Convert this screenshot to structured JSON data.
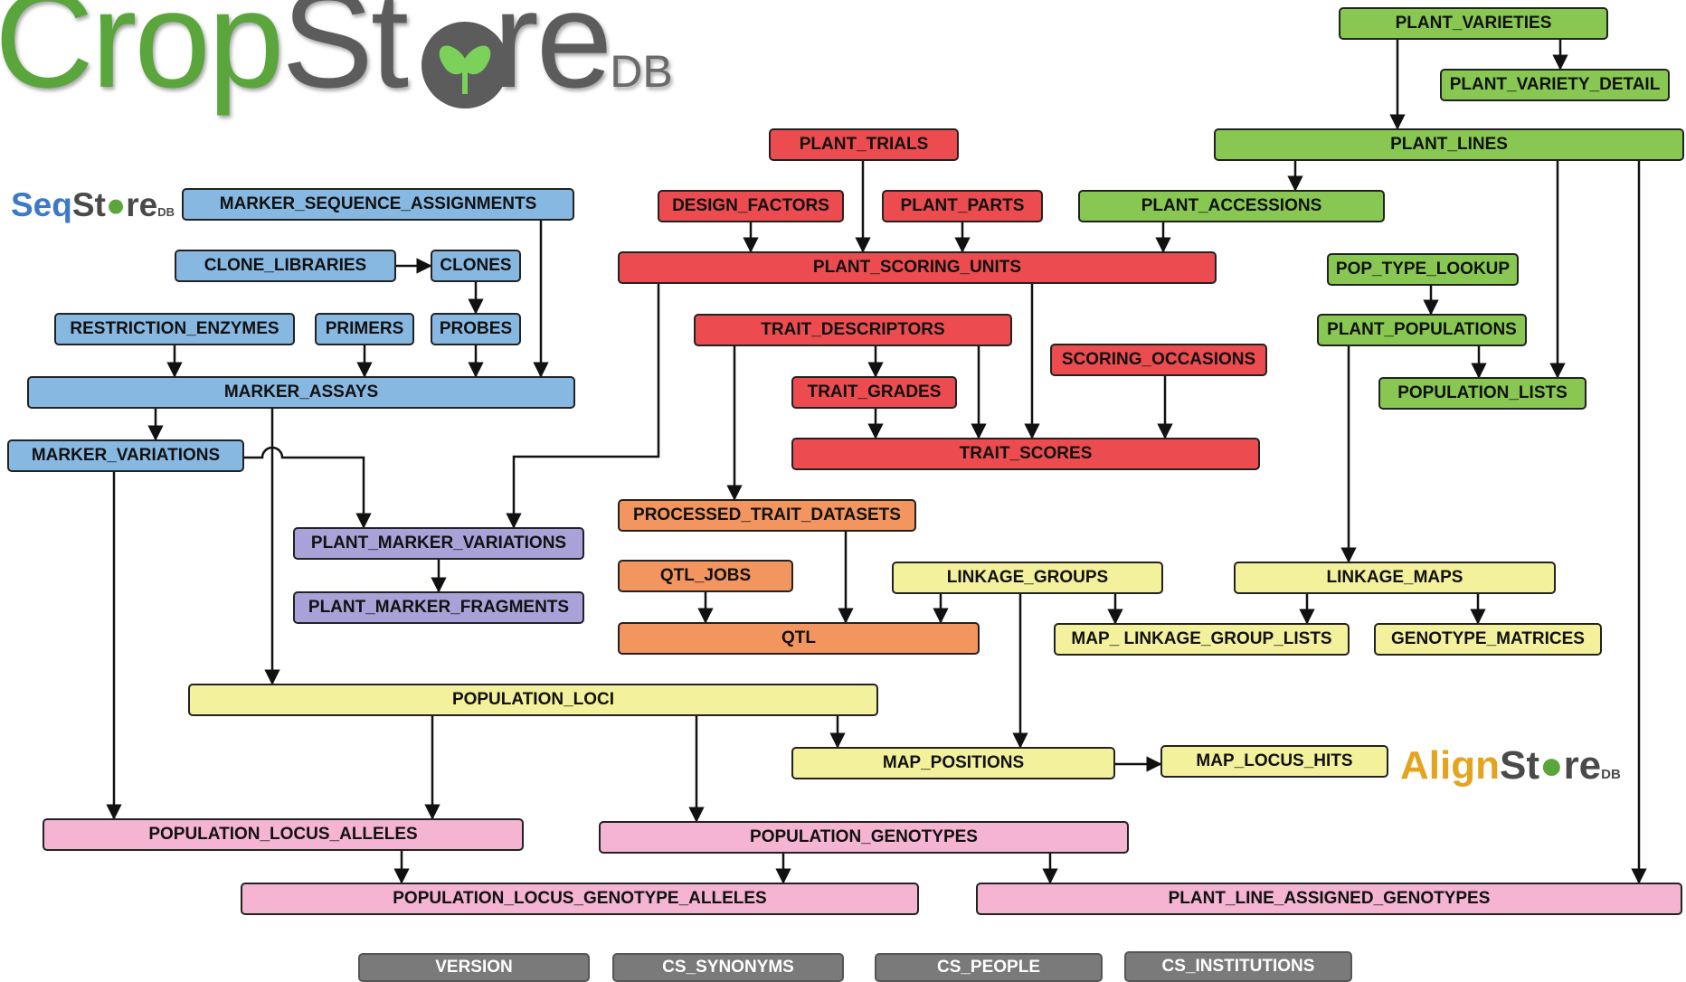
{
  "logos": {
    "cropstore": {
      "crop": "Crop",
      "st": "St",
      "re": "re",
      "db": "DB"
    },
    "seqstore": {
      "seq": "Seq",
      "st": "St",
      "re": "re",
      "db": "DB"
    },
    "alignstore": {
      "align": "Align",
      "st": "St",
      "re": "re",
      "db": "DB"
    }
  },
  "colors": {
    "blue": "#87b8e2",
    "red": "#ec4c4f",
    "green": "#88c752",
    "orange": "#f3955f",
    "yellow": "#f4f19c",
    "purple": "#a9a2d8",
    "pink": "#f4b4d2",
    "gray": "#7a7a7a",
    "line": "#111111"
  },
  "tables": {
    "plant_varieties": "PLANT_VARIETIES",
    "plant_variety_detail": "PLANT_VARIETY_DETAIL",
    "plant_trials": "PLANT_TRIALS",
    "plant_lines": "PLANT_LINES",
    "marker_sequence_assignments": "MARKER_SEQUENCE_ASSIGNMENTS",
    "design_factors": "DESIGN_FACTORS",
    "plant_parts": "PLANT_PARTS",
    "plant_accessions": "PLANT_ACCESSIONS",
    "clone_libraries": "CLONE_LIBRARIES",
    "clones": "CLONES",
    "plant_scoring_units": "PLANT_SCORING_UNITS",
    "pop_type_lookup": "POP_TYPE_LOOKUP",
    "restriction_enzymes": "RESTRICTION_ENZYMES",
    "primers": "PRIMERS",
    "probes": "PROBES",
    "trait_descriptors": "TRAIT_DESCRIPTORS",
    "plant_populations": "PLANT_POPULATIONS",
    "scoring_occasions": "SCORING_OCCASIONS",
    "marker_assays": "MARKER_ASSAYS",
    "trait_grades": "TRAIT_GRADES",
    "population_lists": "POPULATION_LISTS",
    "marker_variations": "MARKER_VARIATIONS",
    "trait_scores": "TRAIT_SCORES",
    "processed_trait_datasets": "PROCESSED_TRAIT_DATASETS",
    "plant_marker_variations": "PLANT_MARKER_VARIATIONS",
    "qtl_jobs": "QTL_JOBS",
    "linkage_groups": "LINKAGE_GROUPS",
    "linkage_maps": "LINKAGE_MAPS",
    "plant_marker_fragments": "PLANT_MARKER_FRAGMENTS",
    "qtl": "QTL",
    "map_linkage_group_lists": "MAP_ LINKAGE_GROUP_LISTS",
    "genotype_matrices": "GENOTYPE_MATRICES",
    "population_loci": "POPULATION_LOCI",
    "map_positions": "MAP_POSITIONS",
    "map_locus_hits": "MAP_LOCUS_HITS",
    "population_locus_alleles": "POPULATION_LOCUS_ALLELES",
    "population_genotypes": "POPULATION_GENOTYPES",
    "population_locus_genotype_alleles": "POPULATION_LOCUS_GENOTYPE_ALLELES",
    "plant_line_assigned_genotypes": "PLANT_LINE_ASSIGNED_GENOTYPES",
    "version": "VERSION",
    "cs_synonyms": "CS_SYNONYMS",
    "cs_people": "CS_PEOPLE",
    "cs_institutions": "CS_INSTITUTIONS"
  },
  "links": [
    [
      "plant_varieties",
      "plant_variety_detail"
    ],
    [
      "plant_varieties",
      "plant_lines"
    ],
    [
      "plant_lines",
      "plant_accessions"
    ],
    [
      "plant_lines",
      "population_lists"
    ],
    [
      "plant_lines",
      "plant_line_assigned_genotypes"
    ],
    [
      "plant_trials",
      "plant_scoring_units"
    ],
    [
      "design_factors",
      "plant_scoring_units"
    ],
    [
      "plant_parts",
      "plant_scoring_units"
    ],
    [
      "plant_accessions",
      "plant_scoring_units"
    ],
    [
      "plant_scoring_units",
      "trait_scores"
    ],
    [
      "plant_scoring_units",
      "plant_marker_variations"
    ],
    [
      "marker_sequence_assignments",
      "marker_assays"
    ],
    [
      "clone_libraries",
      "clones"
    ],
    [
      "clones",
      "probes"
    ],
    [
      "restriction_enzymes",
      "marker_assays"
    ],
    [
      "primers",
      "marker_assays"
    ],
    [
      "probes",
      "marker_assays"
    ],
    [
      "marker_assays",
      "marker_variations"
    ],
    [
      "marker_assays",
      "population_loci"
    ],
    [
      "marker_variations",
      "plant_marker_variations"
    ],
    [
      "marker_variations",
      "population_locus_alleles"
    ],
    [
      "plant_marker_variations",
      "plant_marker_fragments"
    ],
    [
      "trait_descriptors",
      "trait_grades"
    ],
    [
      "trait_descriptors",
      "trait_scores"
    ],
    [
      "trait_descriptors",
      "processed_trait_datasets"
    ],
    [
      "trait_grades",
      "trait_scores"
    ],
    [
      "scoring_occasions",
      "trait_scores"
    ],
    [
      "pop_type_lookup",
      "plant_populations"
    ],
    [
      "plant_populations",
      "population_lists"
    ],
    [
      "plant_populations",
      "linkage_maps"
    ],
    [
      "processed_trait_datasets",
      "qtl"
    ],
    [
      "qtl_jobs",
      "qtl"
    ],
    [
      "linkage_groups",
      "qtl"
    ],
    [
      "linkage_groups",
      "map_positions"
    ],
    [
      "linkage_groups",
      "map_linkage_group_lists"
    ],
    [
      "linkage_maps",
      "map_linkage_group_lists"
    ],
    [
      "linkage_maps",
      "genotype_matrices"
    ],
    [
      "population_loci",
      "population_locus_alleles"
    ],
    [
      "population_loci",
      "population_genotypes"
    ],
    [
      "population_loci",
      "map_positions"
    ],
    [
      "map_positions",
      "map_locus_hits"
    ],
    [
      "population_locus_alleles",
      "population_locus_genotype_alleles"
    ],
    [
      "population_genotypes",
      "population_locus_genotype_alleles"
    ],
    [
      "population_genotypes",
      "plant_line_assigned_genotypes"
    ]
  ]
}
